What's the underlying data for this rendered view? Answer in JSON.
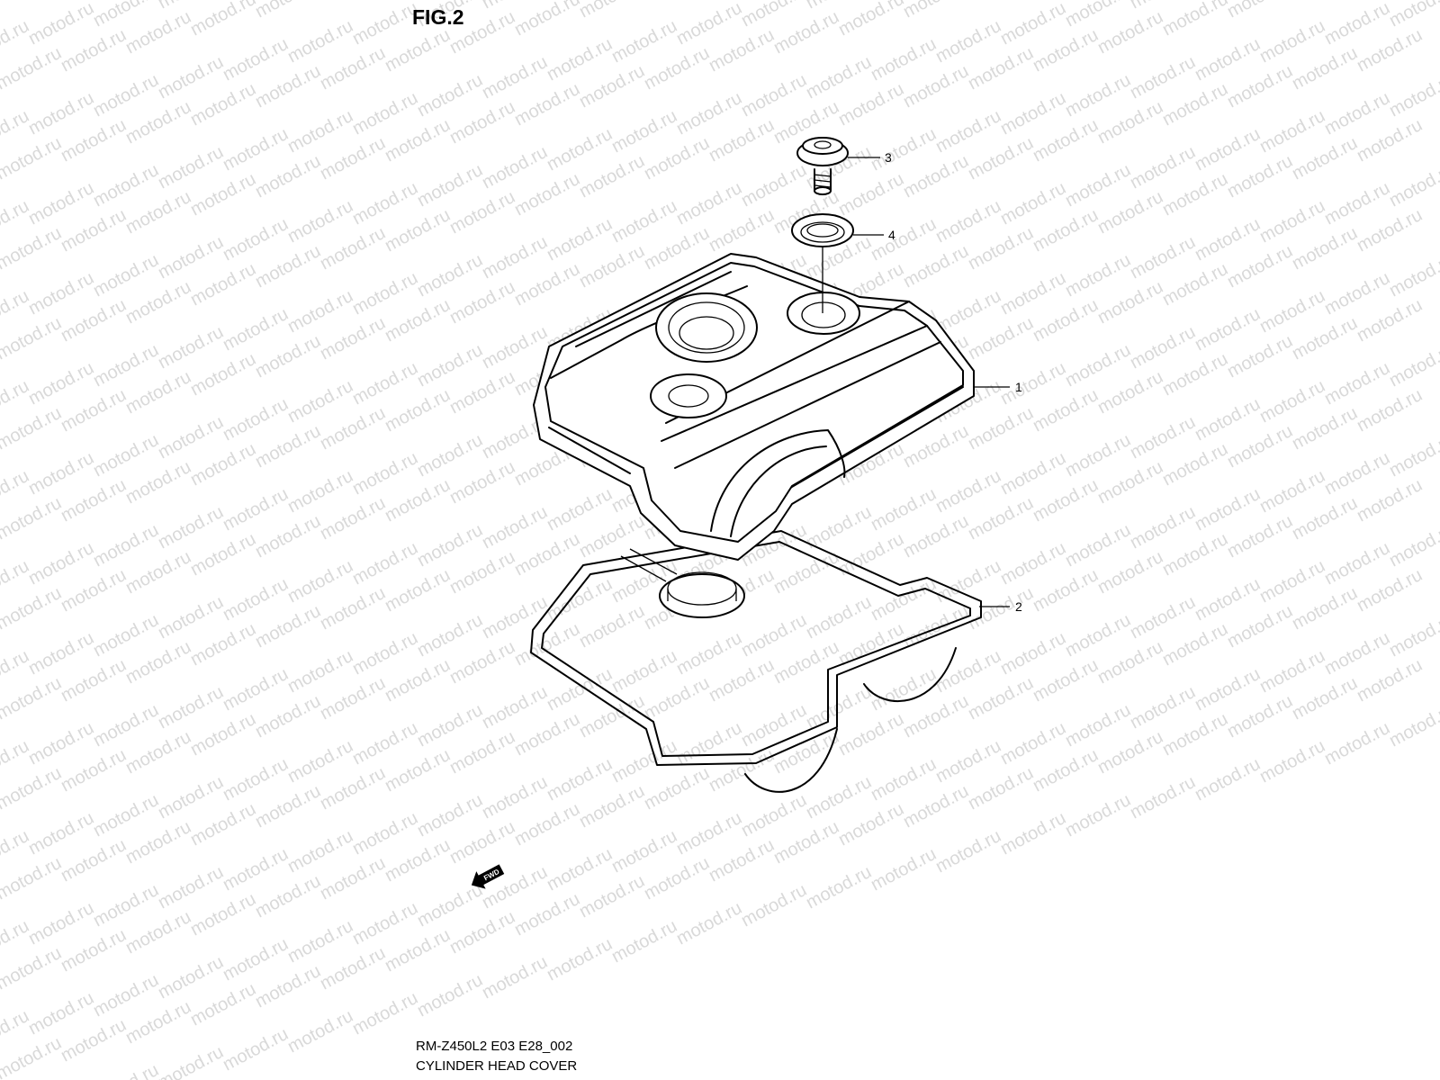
{
  "figure": {
    "title": "FIG.2"
  },
  "watermark": {
    "text": "motod.ru"
  },
  "parts": [
    {
      "ref": "1",
      "name": "cylinder-head-cover"
    },
    {
      "ref": "2",
      "name": "gasket"
    },
    {
      "ref": "3",
      "name": "bolt"
    },
    {
      "ref": "4",
      "name": "washer"
    }
  ],
  "direction_marker": {
    "label": "FWD",
    "icon": "arrow-left-down-icon"
  },
  "caption": {
    "model_code": "RM-Z450L2 E03 E28_002",
    "group_name": "CYLINDER HEAD COVER"
  }
}
